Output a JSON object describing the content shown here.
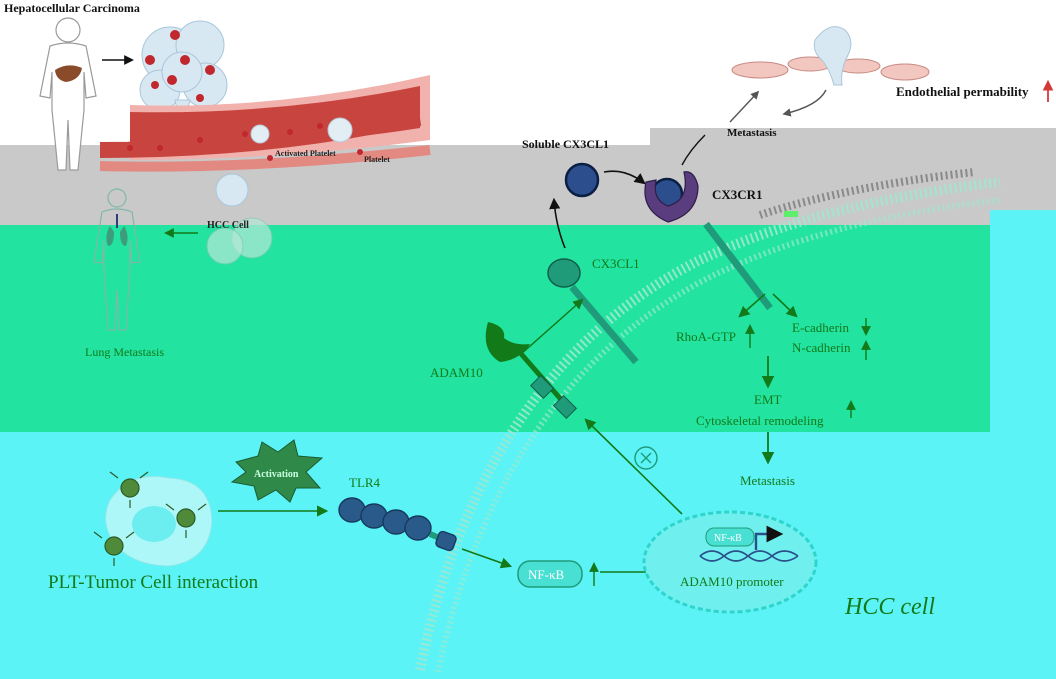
{
  "labels": {
    "hepatocellular_carcinoma": "Hepatocellular Carcinoma",
    "activated_platelet": "Activated Platelet",
    "platelet": "Platelet",
    "hcc_cell_small": "HCC Cell",
    "lung_metastasis": "Lung Metastasis",
    "endothelial_permeability": "Endothelial permability",
    "metastasis_top": "Metastasis",
    "soluble_cx3cl1": "Soluble CX3CL1",
    "cx3cr1": "CX3CR1",
    "cx3cl1": "CX3CL1",
    "adam10": "ADAM10",
    "rhoa_gtp": "RhoA-GTP",
    "e_cadherin": "E-cadherin",
    "n_cadherin": "N-cadherin",
    "emt": "EMT",
    "cytoskeletal_remodeling": "Cytoskeletal remodeling",
    "metastasis_bottom": "Metastasis",
    "activation": "Activation",
    "tlr4": "TLR4",
    "plt_tumor_interaction": "PLT-Tumor Cell interaction",
    "nfkb_cytoplasm": "NF-κB",
    "nfkb_nucleus": "NF-κB",
    "adam10_promoter": "ADAM10 promoter",
    "hcc_cell_big": "HCC cell"
  },
  "colors": {
    "band_gray": "#c9c9c9",
    "band_green": "#22e3a0",
    "band_cyan": "#5cf3f6",
    "dark_green": "#127a18",
    "vessel_red": "#c8453f",
    "cell_blue": "#2c4e8c",
    "receptor_purple": "#5a3d7e",
    "marker_teal": "#1f9b7a"
  },
  "icons": [
    "human-body-icon",
    "liver-icon",
    "tumor-cluster-icon",
    "blood-vessel-icon",
    "lung-icon",
    "endothelial-cell-icon",
    "platelet-icon",
    "nucleus-icon",
    "dna-icon",
    "inhibition-icon"
  ]
}
